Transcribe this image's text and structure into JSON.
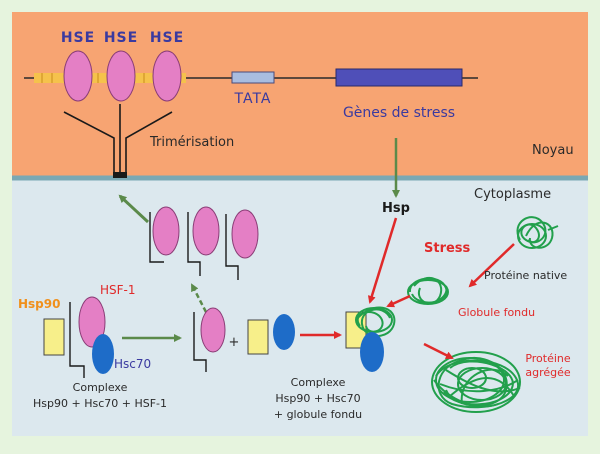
{
  "nucleus": {
    "hse_labels": [
      "HSE",
      "HSE",
      "HSE"
    ],
    "tata": "TATA",
    "stress_genes": "Gènes de stress",
    "trimerisation": "Trimérisation",
    "label": "Noyau"
  },
  "cytoplasm": {
    "label": "Cytoplasme",
    "hsp": "Hsp",
    "stress": "Stress",
    "native_protein": "Protéine native",
    "molten_globule": "Globule fondu",
    "aggregated_protein_line1": "Protéine",
    "aggregated_protein_line2": "agrégée",
    "hsp90": "Hsp90",
    "hsf1": "HSF-1",
    "hsc70": "Hsc70",
    "plus": "+",
    "complex_left": {
      "line1": "Complexe",
      "line2": "Hsp90 + Hsc70 + HSF-1"
    },
    "complex_right": {
      "line1": "Complexe",
      "line2": "Hsp90 + Hsc70",
      "line3": "+ globule fondu"
    }
  },
  "colors": {
    "page_border": "#e6f4de",
    "nucleus_fill": "#f7a472",
    "cytoplasm_fill": "#dce8ee",
    "membrane": "#7aa8b4",
    "hsf_pink": "#e47fc5",
    "hsf_stroke": "#8a3d76",
    "hsc_blue": "#1e6cc8",
    "hsp90_yellow": "#f7ef8a",
    "protein_green": "#22a04c",
    "tata_box": "#a9bde0",
    "gene_box": "#4f4fb8",
    "arrow_green": "#5b8a4a",
    "arrow_red": "#e02a2a",
    "text_blue": "#3a3aa0",
    "text_red": "#e02a2a",
    "text_orange": "#f0901c"
  }
}
